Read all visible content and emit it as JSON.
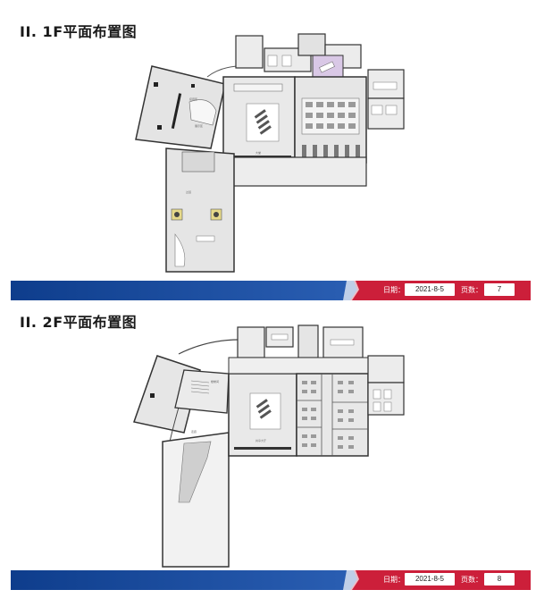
{
  "slides": [
    {
      "title": "II.  1F平面布置图",
      "date_label": "日期：",
      "date": "2021-8-5",
      "page_label": "页数：",
      "page": "7"
    },
    {
      "title": "II.  2F平面布置图",
      "date_label": "日期：",
      "date": "2021-8-5",
      "page_label": "页数：",
      "page": "8"
    }
  ],
  "colors": {
    "blue_band": "#1d4f9e",
    "red_band": "#d8233c",
    "floor": "#e7e7e7",
    "wall": "#333333"
  }
}
